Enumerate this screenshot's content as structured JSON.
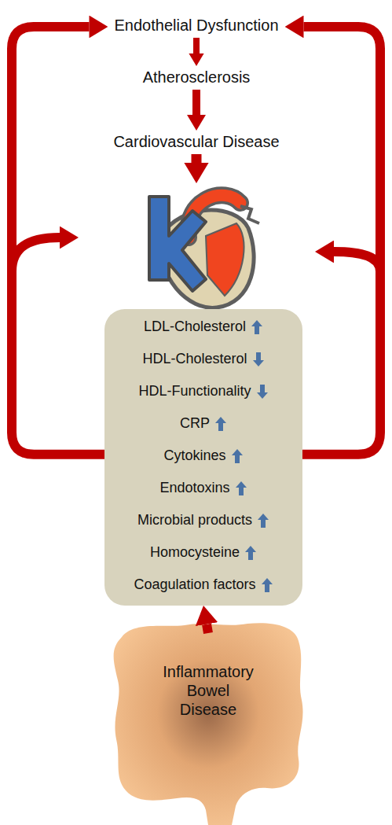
{
  "diagram": {
    "nodes": [
      {
        "text": [
          "Endothelial Dysfunction"
        ]
      },
      {
        "text": [
          "Atherosclerosis"
        ]
      },
      {
        "text": [
          "Cardiovascular Disease"
        ]
      },
      {
        "text": [
          "LDL-Cholesterol",
          "HDL-Cholesterol",
          "HDL-Functionality",
          "CRP",
          "Cytokines",
          "Endotoxins",
          "Microbial products",
          "Homocysteine",
          "Coagulation factors"
        ]
      },
      {
        "text": [
          "Inflammatory Bowel Disease"
        ]
      }
    ],
    "edges": [
      {
        "from": 0,
        "to": 1,
        "arrow": "to"
      },
      {
        "from": 1,
        "to": 2,
        "arrow": "to"
      },
      {
        "from": 4,
        "to": 3,
        "arrow": "to"
      },
      {
        "from": 3,
        "to": 0,
        "arrow": "to"
      },
      {
        "from": 3,
        "to": 0,
        "arrow": "to"
      }
    ]
  }
}
